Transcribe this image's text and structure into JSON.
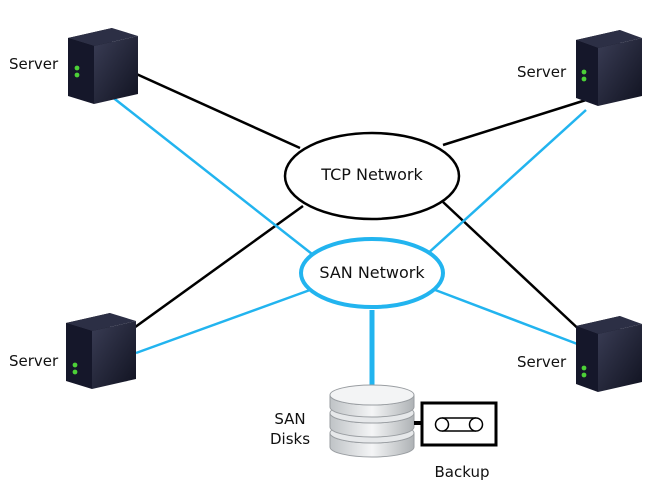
{
  "diagram": {
    "nodes": {
      "server_top_left": {
        "label": "Server",
        "icon": "server-icon"
      },
      "server_top_right": {
        "label": "Server",
        "icon": "server-icon"
      },
      "server_bottom_left": {
        "label": "Server",
        "icon": "server-icon"
      },
      "server_bottom_right": {
        "label": "Server",
        "icon": "server-icon"
      },
      "tcp_network": {
        "label": "TCP Network"
      },
      "san_network": {
        "label": "SAN Network"
      },
      "san_disks": {
        "label_line1": "SAN",
        "label_line2": "Disks",
        "icon": "disk-stack-icon"
      },
      "backup": {
        "label": "Backup",
        "icon": "tape-drive-icon"
      }
    },
    "colors": {
      "tcp_link": "#000000",
      "san_link": "#22b4ef",
      "san_ellipse_stroke": "#22b4ef",
      "server_body": "#1f2133",
      "server_led": "#4cd137"
    }
  }
}
